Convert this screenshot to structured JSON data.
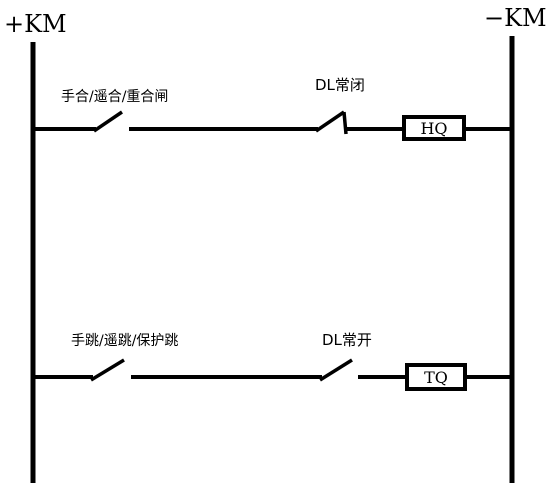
{
  "rails": {
    "positive_label": "+KM",
    "negative_label": "−KM"
  },
  "rung_close": {
    "manual_contact_label": "手合/遥合/重合闸",
    "dl_contact_label": "DL常闭",
    "coil_label": "HQ"
  },
  "rung_trip": {
    "manual_contact_label": "手跳/遥跳/保护跳",
    "dl_contact_label": "DL常开",
    "coil_label": "TQ"
  }
}
